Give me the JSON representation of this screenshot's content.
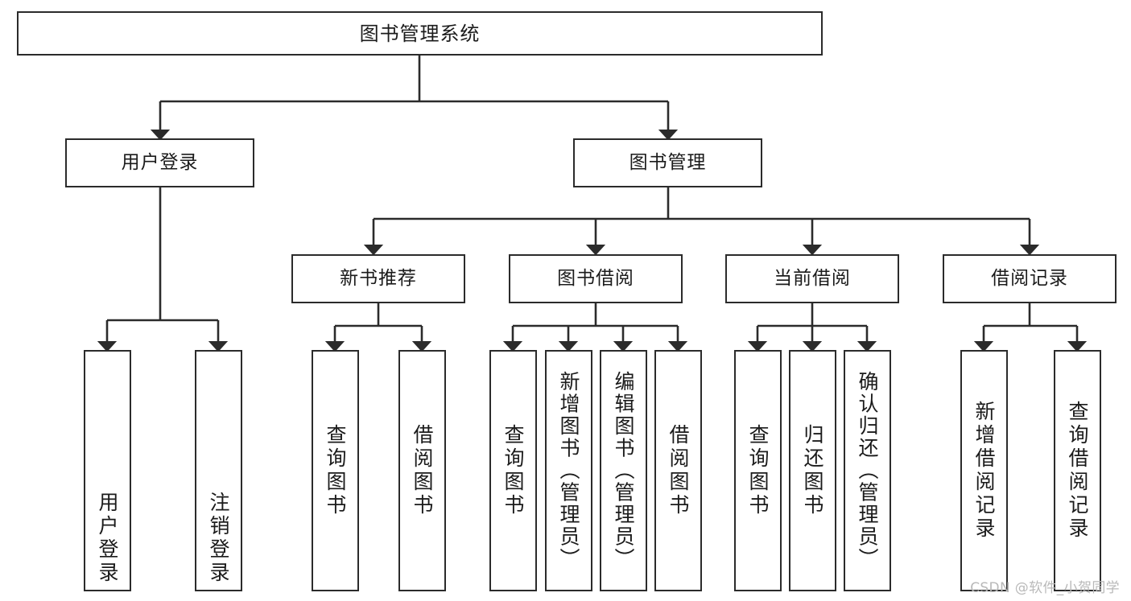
{
  "diagram": {
    "title": "图书管理系统",
    "type": "tree",
    "orientation": "top-down",
    "colors": {
      "node_border": "#2b2b2b",
      "node_fill": "#ffffff",
      "edge": "#2b2b2b",
      "text": "#1b1b1b",
      "watermark": "#b9b9b9",
      "background": "#ffffff"
    },
    "levels": 4,
    "nodes": {
      "root": {
        "label": "图书管理系统"
      },
      "level2": [
        {
          "id": "user-login",
          "label": "用户登录"
        },
        {
          "id": "book-management",
          "label": "图书管理"
        }
      ],
      "level3": [
        {
          "id": "new-book-recommend",
          "label": "新书推荐"
        },
        {
          "id": "book-borrow",
          "label": "图书借阅"
        },
        {
          "id": "current-borrow",
          "label": "当前借阅"
        },
        {
          "id": "borrow-record",
          "label": "借阅记录"
        }
      ],
      "leaves": {
        "user_login": [
          {
            "id": "leaf-user-login",
            "label": "用户登录"
          },
          {
            "id": "leaf-logout-login",
            "label": "注销登录"
          }
        ],
        "new_book_recommend": [
          {
            "id": "leaf-query-book-1",
            "label": "查询图书"
          },
          {
            "id": "leaf-borrow-book-1",
            "label": "借阅图书"
          }
        ],
        "book_borrow": [
          {
            "id": "leaf-query-book-2",
            "label": "查询图书"
          },
          {
            "id": "leaf-add-book",
            "label": "新增图书（管理员）"
          },
          {
            "id": "leaf-edit-book",
            "label": "编辑图书（管理员）"
          },
          {
            "id": "leaf-borrow-book-2",
            "label": "借阅图书"
          }
        ],
        "current_borrow": [
          {
            "id": "leaf-query-book-3",
            "label": "查询图书"
          },
          {
            "id": "leaf-return-book",
            "label": "归还图书"
          },
          {
            "id": "leaf-confirm-return",
            "label": "确认归还（管理员）"
          }
        ],
        "borrow_record": [
          {
            "id": "leaf-add-record",
            "label": "新增借阅记录"
          },
          {
            "id": "leaf-query-record",
            "label": "查询借阅记录"
          }
        ]
      }
    }
  },
  "watermark": {
    "text": "CSDN @软件_小贺同学"
  }
}
